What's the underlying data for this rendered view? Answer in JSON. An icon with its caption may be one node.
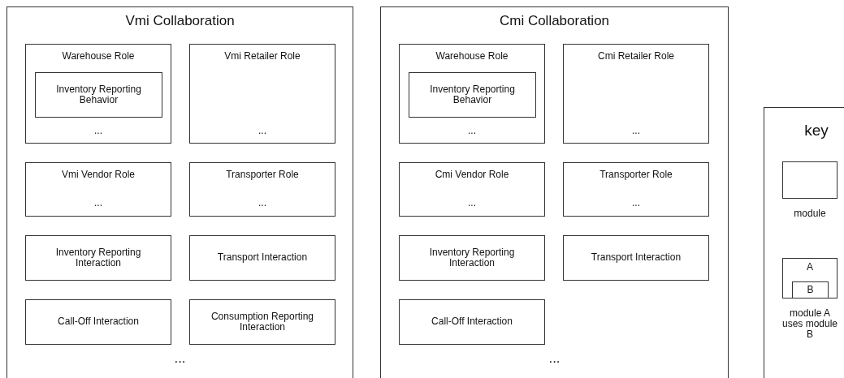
{
  "diagram": {
    "nodes": [
      {
        "text": [
          "Vmi Collaboration",
          "..."
        ]
      },
      {
        "text": [
          "Warehouse Role",
          "..."
        ],
        "in": 0
      },
      {
        "text": [
          "Inventory Reporting Behavior"
        ],
        "in": 1
      },
      {
        "text": [
          "Vmi Retailer Role",
          "..."
        ],
        "in": 0
      },
      {
        "text": [
          "Vmi Vendor Role",
          "..."
        ],
        "in": 0
      },
      {
        "text": [
          "Transporter Role",
          "..."
        ],
        "in": 0
      },
      {
        "text": [
          "Inventory Reporting Interaction"
        ],
        "in": 0
      },
      {
        "text": [
          "Transport Interaction"
        ],
        "in": 0
      },
      {
        "text": [
          "Call-Off Interaction"
        ],
        "in": 0
      },
      {
        "text": [
          "Consumption Reporting Interaction"
        ],
        "in": 0
      },
      {
        "text": [
          "Cmi Collaboration",
          "..."
        ]
      },
      {
        "text": [
          "Warehouse Role",
          "..."
        ],
        "in": 10
      },
      {
        "text": [
          "Inventory Reporting Behavior"
        ],
        "in": 11
      },
      {
        "text": [
          "Cmi Retailer Role",
          "..."
        ],
        "in": 10
      },
      {
        "text": [
          "Cmi Vendor Role",
          "..."
        ],
        "in": 10
      },
      {
        "text": [
          "Transporter Role",
          "..."
        ],
        "in": 10
      },
      {
        "text": [
          "Inventory Reporting Interaction"
        ],
        "in": 10
      },
      {
        "text": [
          "Transport Interaction"
        ],
        "in": 10
      },
      {
        "text": [
          "Call-Off Interaction"
        ],
        "in": 10
      },
      {
        "text": [
          "key"
        ]
      },
      {
        "text": [],
        "shape": "box",
        "in": 19,
        "beside": [
          "module"
        ]
      },
      {
        "text": [
          "A"
        ],
        "in": 19,
        "beside": [
          "module A uses module B"
        ]
      },
      {
        "text": [
          "B"
        ],
        "in": 21
      }
    ],
    "edges": []
  }
}
